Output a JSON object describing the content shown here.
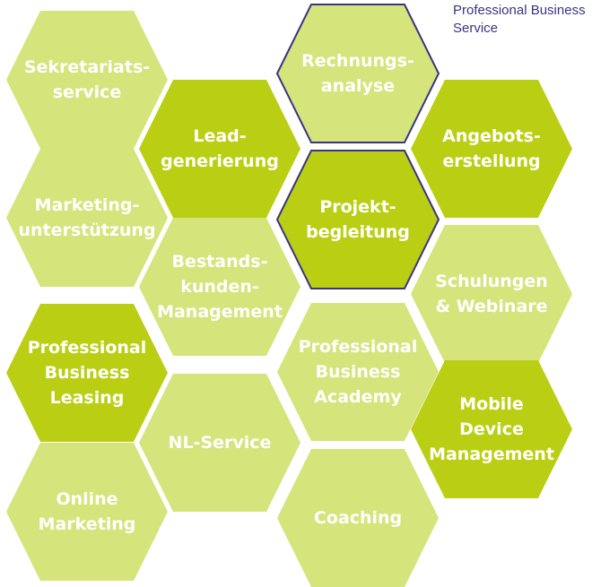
{
  "legend": {
    "line1": "Professional Business",
    "line2": "Service",
    "color": "#3a3580"
  },
  "colors": {
    "light": "#d5e47b",
    "dark": "#bacf14",
    "outline": "#3a3580",
    "text": "#ffffff"
  },
  "hexagons": [
    {
      "id": "sekretariatsservice",
      "lines": [
        "Sekretariats-",
        "service"
      ],
      "tone": "light",
      "outlined": false
    },
    {
      "id": "leadgenerierung",
      "lines": [
        "Lead-",
        "generierung"
      ],
      "tone": "dark",
      "outlined": false
    },
    {
      "id": "rechnungsanalyse",
      "lines": [
        "Rechnungs-",
        "analyse"
      ],
      "tone": "light",
      "outlined": true
    },
    {
      "id": "angebotserstellung",
      "lines": [
        "Angebots-",
        "erstellung"
      ],
      "tone": "dark",
      "outlined": false
    },
    {
      "id": "marketingunterstuetzung",
      "lines": [
        "Marketing-",
        "unterstützung"
      ],
      "tone": "light",
      "outlined": false
    },
    {
      "id": "projektbegleitung",
      "lines": [
        "Projekt-",
        "begleitung"
      ],
      "tone": "dark",
      "outlined": true
    },
    {
      "id": "bestandskundenmanagement",
      "lines": [
        "Bestands-",
        "kunden-",
        "Management"
      ],
      "tone": "light",
      "outlined": false
    },
    {
      "id": "schulungen",
      "lines": [
        "Schulungen",
        "& Webinare"
      ],
      "tone": "light",
      "outlined": false
    },
    {
      "id": "leasing",
      "lines": [
        "Professional",
        "Business",
        "Leasing"
      ],
      "tone": "dark",
      "outlined": false
    },
    {
      "id": "academy",
      "lines": [
        "Professional",
        "Business",
        "Academy"
      ],
      "tone": "light",
      "outlined": false
    },
    {
      "id": "nlservice",
      "lines": [
        "NL-Service"
      ],
      "tone": "light",
      "outlined": false
    },
    {
      "id": "mdm",
      "lines": [
        "Mobile",
        "Device",
        "Management"
      ],
      "tone": "dark",
      "outlined": false
    },
    {
      "id": "onlinemarketing",
      "lines": [
        "Online",
        "Marketing"
      ],
      "tone": "light",
      "outlined": false
    },
    {
      "id": "coaching",
      "lines": [
        "Coaching"
      ],
      "tone": "light",
      "outlined": false
    }
  ]
}
